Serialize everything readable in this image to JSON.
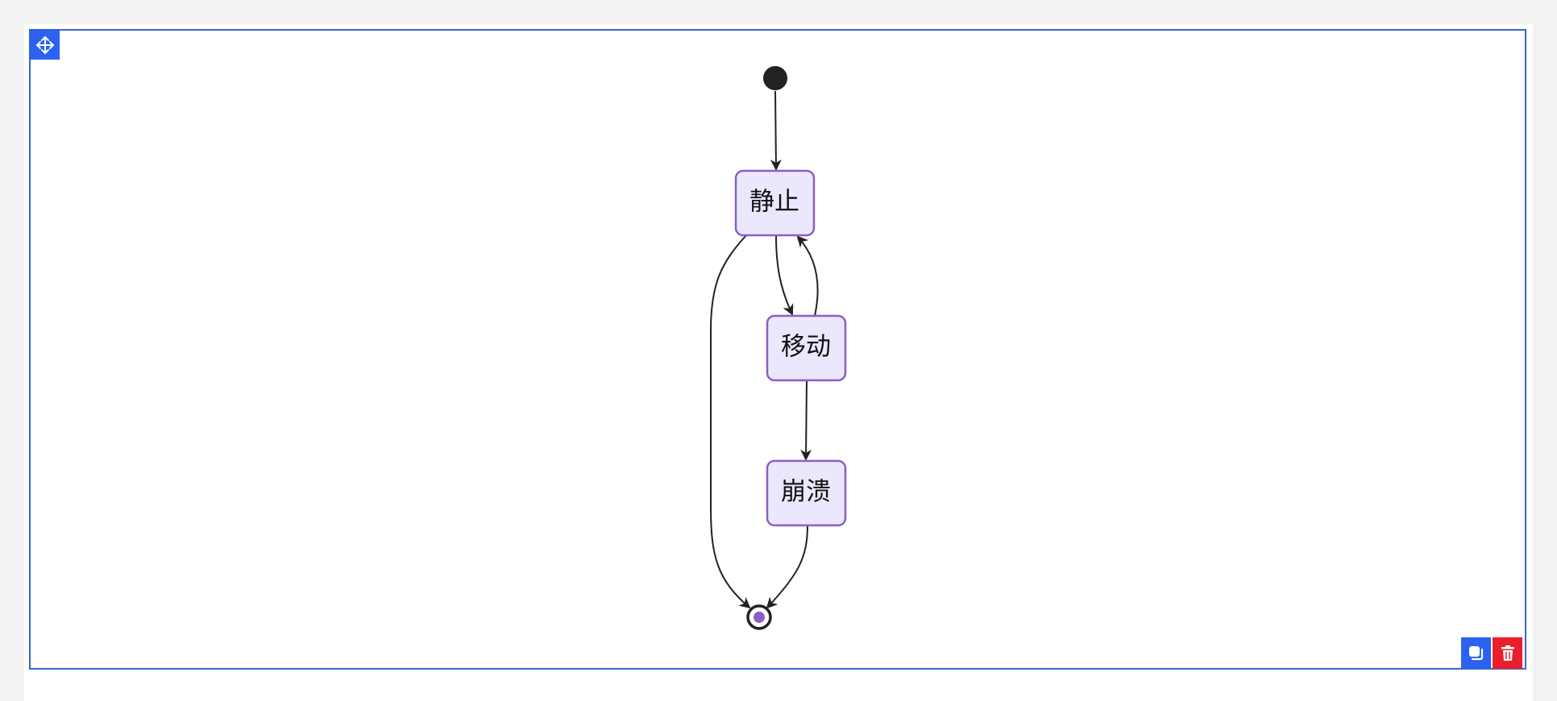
{
  "colors": {
    "frame_border": "#3a66c9",
    "accent_blue": "#2b63f0",
    "delete_red": "#ea1f2b",
    "state_fill": "#ebe7fd",
    "state_border": "#8c5ec6",
    "edge": "#222222",
    "final_inner": "#8c5ec6"
  },
  "toolbar": {
    "move_icon": "move-arrows-icon",
    "copy_icon": "copy-icon",
    "delete_icon": "trash-icon"
  },
  "diagram": {
    "type": "state-diagram",
    "states": [
      {
        "id": "idle",
        "label": "静止"
      },
      {
        "id": "moving",
        "label": "移动"
      },
      {
        "id": "crash",
        "label": "崩溃"
      }
    ],
    "transitions": [
      {
        "from": "start",
        "to": "idle"
      },
      {
        "from": "idle",
        "to": "moving"
      },
      {
        "from": "moving",
        "to": "idle"
      },
      {
        "from": "moving",
        "to": "crash"
      },
      {
        "from": "idle",
        "to": "end"
      },
      {
        "from": "crash",
        "to": "end"
      }
    ]
  }
}
